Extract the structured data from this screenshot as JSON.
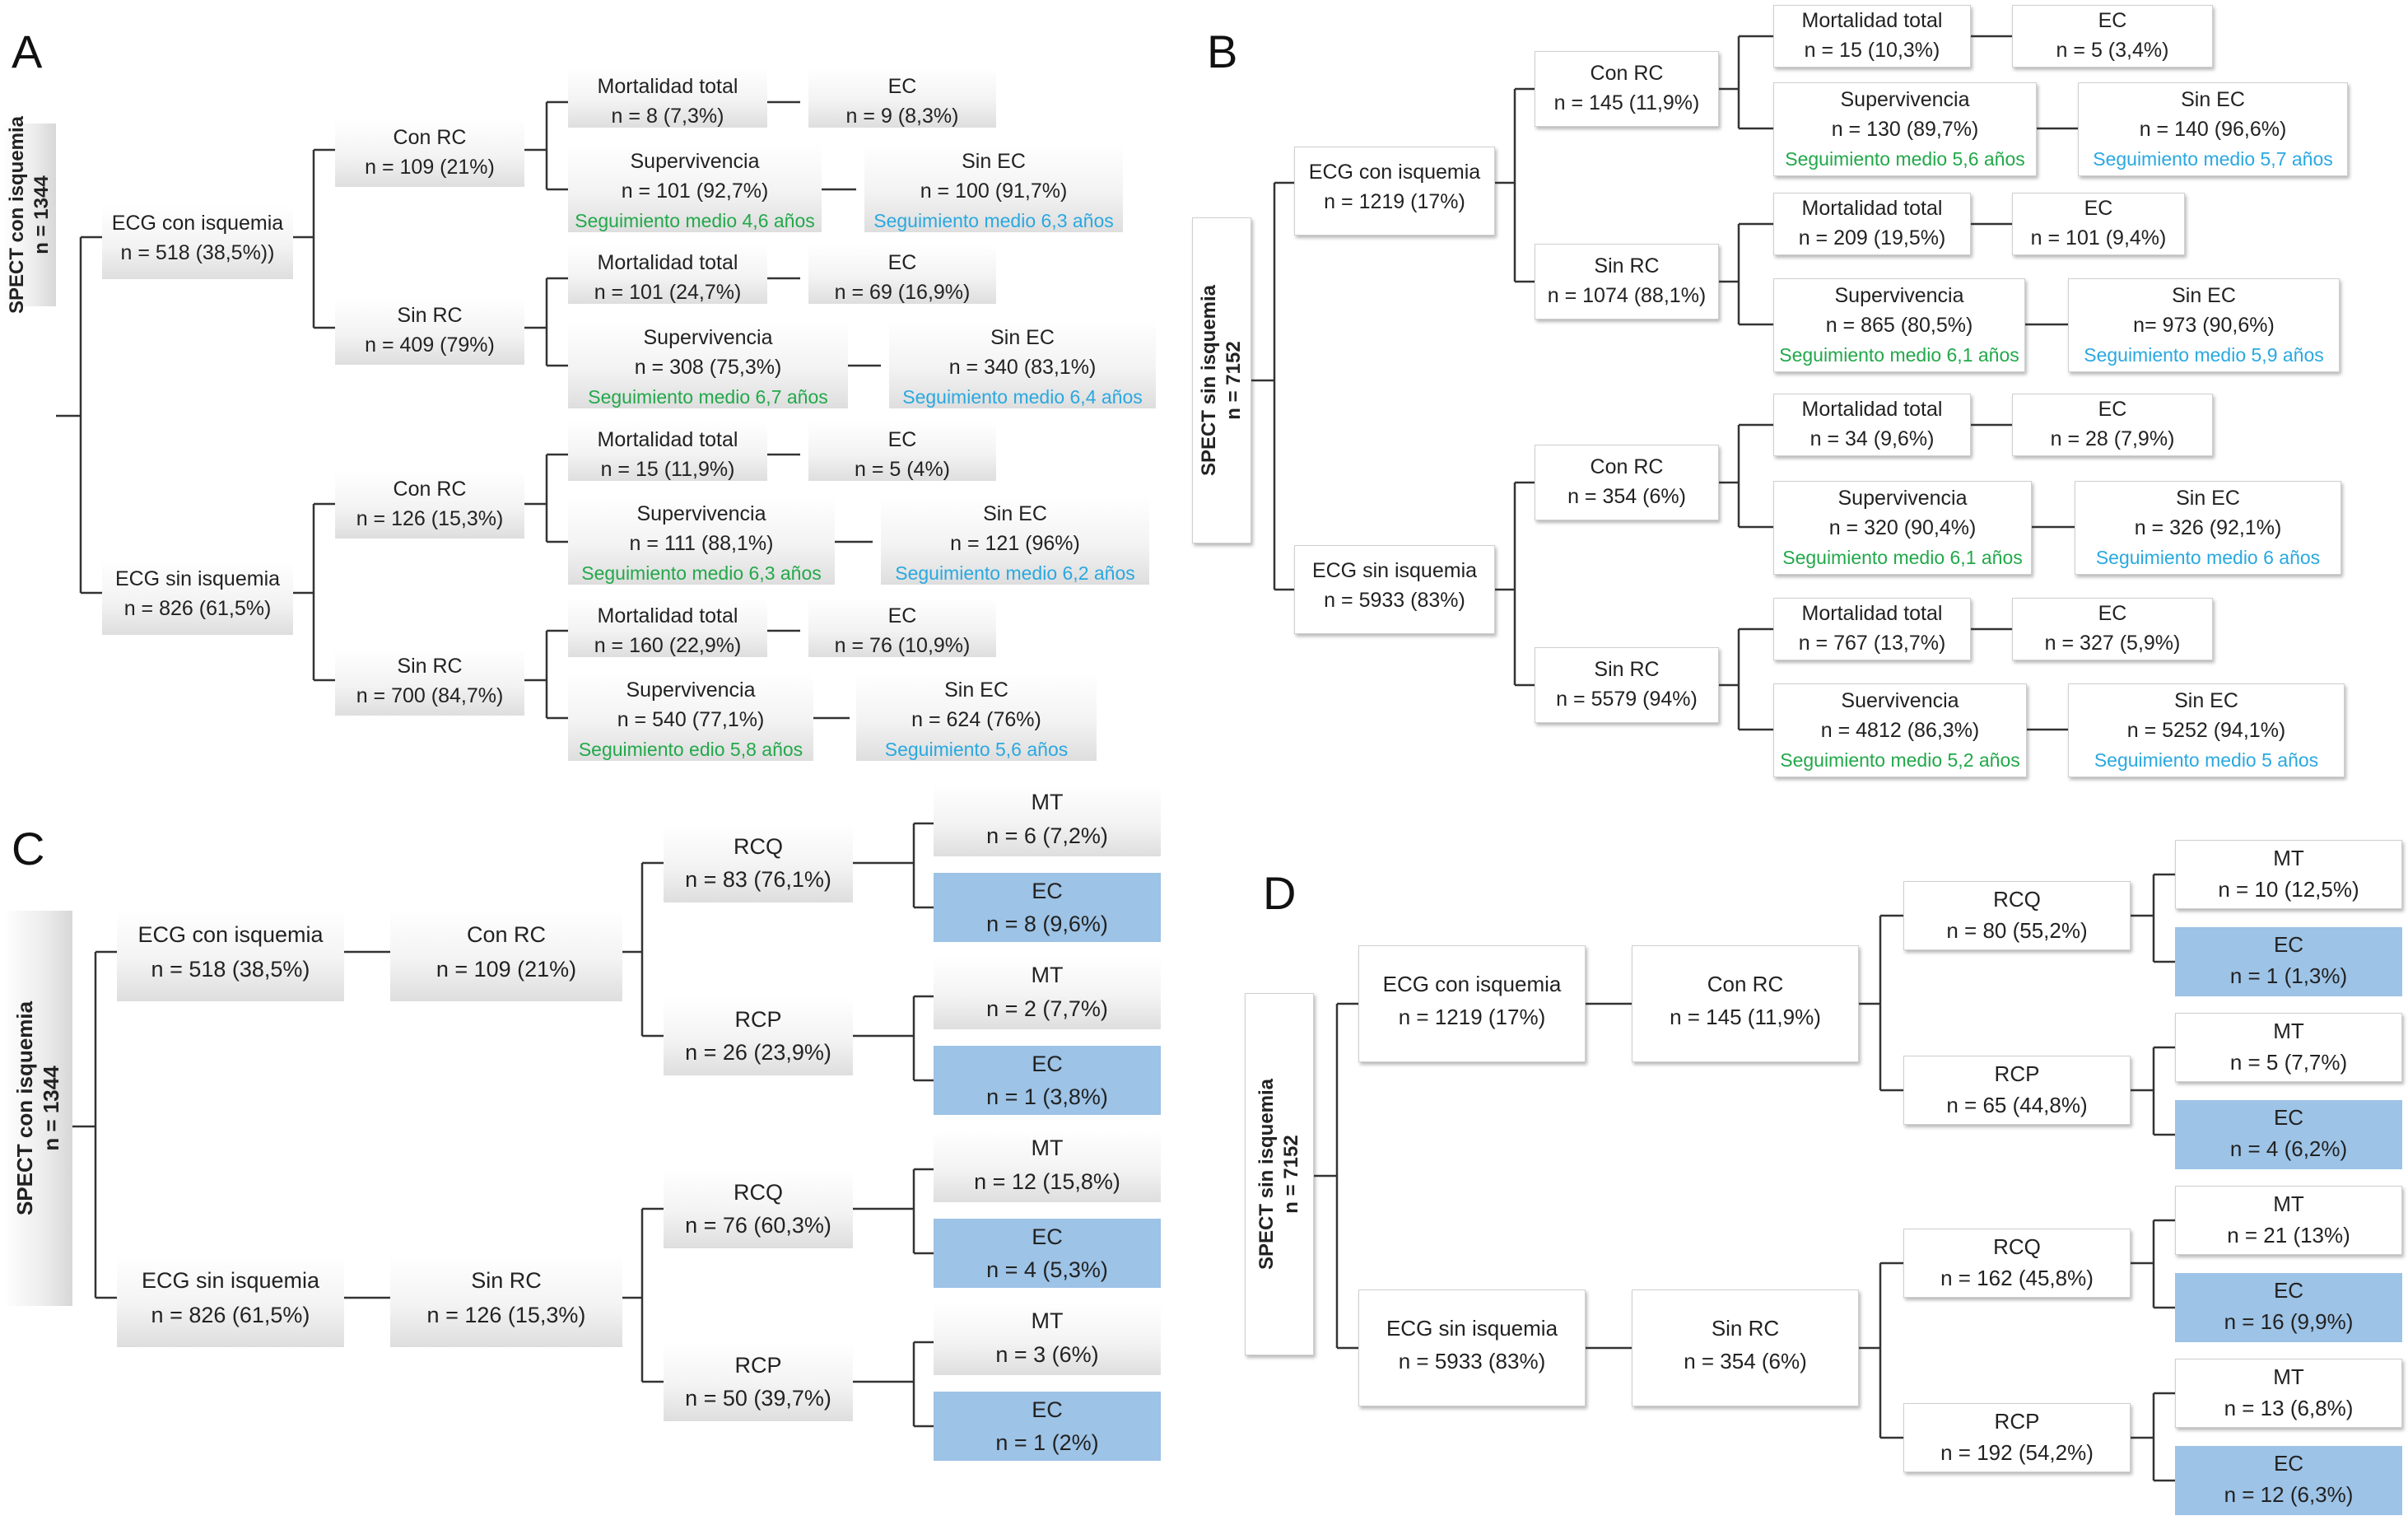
{
  "panels": {
    "A": {
      "label": "A",
      "root": {
        "title": "SPECT con isquemia",
        "n": "n = 1344"
      },
      "ecg_pos": {
        "title": "ECG con isquemia",
        "n": "n = 518 (38,5%))"
      },
      "ecg_neg": {
        "title": "ECG sin isquemia",
        "n": "n = 826 (61,5%)"
      },
      "groups": [
        {
          "title": "Con RC",
          "n": "n = 109 (21%)",
          "mort": {
            "title": "Mortalidad total",
            "n": "n = 8 (7,3%)"
          },
          "ec": {
            "title": "EC",
            "n": "n = 9 (8,3%)"
          },
          "surv": {
            "title": "Supervivencia",
            "n": "n = 101 (92,7%)",
            "fu": "Seguimiento medio 4,6 años"
          },
          "nec": {
            "title": "Sin EC",
            "n": "n = 100 (91,7%)",
            "fu": "Seguimiento medio 6,3 años"
          }
        },
        {
          "title": "Sin RC",
          "n": "n = 409 (79%)",
          "mort": {
            "title": "Mortalidad total",
            "n": "n = 101 (24,7%)"
          },
          "ec": {
            "title": "EC",
            "n": "n = 69 (16,9%)"
          },
          "surv": {
            "title": "Supervivencia",
            "n": "n = 308 (75,3%)",
            "fu": "Seguimiento medio 6,7 años"
          },
          "nec": {
            "title": "Sin EC",
            "n": "n = 340 (83,1%)",
            "fu": "Seguimiento medio 6,4 años"
          }
        },
        {
          "title": "Con RC",
          "n": "n = 126 (15,3%)",
          "mort": {
            "title": "Mortalidad total",
            "n": "n = 15 (11,9%)"
          },
          "ec": {
            "title": "EC",
            "n": "n = 5 (4%)"
          },
          "surv": {
            "title": "Supervivencia",
            "n": "n = 111 (88,1%)",
            "fu": "Seguimiento medio 6,3 años"
          },
          "nec": {
            "title": "Sin EC",
            "n": "n = 121 (96%)",
            "fu": "Seguimiento medio 6,2 años"
          }
        },
        {
          "title": "Sin RC",
          "n": "n = 700 (84,7%)",
          "mort": {
            "title": "Mortalidad total",
            "n": "n = 160 (22,9%)"
          },
          "ec": {
            "title": "EC",
            "n": "n = 76 (10,9%)"
          },
          "surv": {
            "title": "Supervivencia",
            "n": "n = 540 (77,1%)",
            "fu": "Seguimiento edio 5,8 años"
          },
          "nec": {
            "title": "Sin EC",
            "n": "n = 624 (76%)",
            "fu": "Seguimiento 5,6 años"
          }
        }
      ]
    },
    "B": {
      "label": "B",
      "root": {
        "title": "SPECT sin isquemia",
        "n": "n = 7152"
      },
      "ecg_pos": {
        "title": "ECG con isquemia",
        "n": "n = 1219 (17%)"
      },
      "ecg_neg": {
        "title": "ECG  sin isquemia",
        "n": "n = 5933 (83%)"
      },
      "groups": [
        {
          "title": "Con RC",
          "n": "n = 145 (11,9%)",
          "mort": {
            "title": "Mortalidad  total",
            "n": "n = 15 (10,3%)"
          },
          "ec": {
            "title": "EC",
            "n": "n = 5 (3,4%)"
          },
          "surv": {
            "title": "Supervivencia",
            "n": "n = 130 (89,7%)",
            "fu": "Seguimiento medio 5,6 años"
          },
          "nec": {
            "title": "Sin EC",
            "n": "n = 140 (96,6%)",
            "fu": "Seguimiento  medio 5,7 años"
          }
        },
        {
          "title": "Sin RC",
          "n": "n = 1074 (88,1%)",
          "mort": {
            "title": "Mortalidad  total",
            "n": "n = 209 (19,5%)"
          },
          "ec": {
            "title": "EC",
            "n": "n = 101 (9,4%)"
          },
          "surv": {
            "title": "Supervivencia",
            "n": "n = 865 (80,5%)",
            "fu": "Seguimiento  medio 6,1 años"
          },
          "nec": {
            "title": "Sin EC",
            "n": "n= 973 (90,6%)",
            "fu": "Seguimiento  medio 5,9 años"
          }
        },
        {
          "title": "Con RC",
          "n": "n = 354 (6%)",
          "mort": {
            "title": "Mortalidad  total",
            "n": "n = 34 (9,6%)"
          },
          "ec": {
            "title": "EC",
            "n": "n = 28 (7,9%)"
          },
          "surv": {
            "title": "Supervivencia",
            "n": "n = 320 (90,4%)",
            "fu": "Seguimiento  medio 6,1 años"
          },
          "nec": {
            "title": "Sin EC",
            "n": "n = 326 (92,1%)",
            "fu": "Seguimiento  medio 6 años"
          }
        },
        {
          "title": "Sin RC",
          "n": "n = 5579 (94%)",
          "mort": {
            "title": "Mortalidad  total",
            "n": "n = 767 (13,7%)"
          },
          "ec": {
            "title": "EC",
            "n": "n = 327 (5,9%)"
          },
          "surv": {
            "title": "Suervivencia",
            "n": "n = 4812 (86,3%)",
            "fu": "Seguimiento  medio 5,2 años"
          },
          "nec": {
            "title": "Sin EC",
            "n": "n = 5252 (94,1%)",
            "fu": "Seguimiento  medio 5 años"
          }
        }
      ]
    },
    "C": {
      "label": "C",
      "root": {
        "title": "SPECT con isquemia",
        "n": "n = 1344"
      },
      "ecg_pos": {
        "title": "ECG con isquemia",
        "n": "n = 518 (38,5%)"
      },
      "ecg_neg": {
        "title": "ECG sin isquemia",
        "n": "n = 826 (61,5%)"
      },
      "rc_pos": {
        "title": "Con RC",
        "n": "n = 109 (21%)"
      },
      "rc_neg": {
        "title": "Sin RC",
        "n": "n = 126 (15,3%)"
      },
      "vessels": [
        {
          "title": "RCQ",
          "n": "n = 83 (76,1%)",
          "mt": {
            "title": "MT",
            "n": "n = 6 (7,2%)"
          },
          "ec": {
            "title": "EC",
            "n": "n = 8 (9,6%)"
          }
        },
        {
          "title": "RCP",
          "n": "n = 26 (23,9%)",
          "mt": {
            "title": "MT",
            "n": "n = 2  (7,7%)"
          },
          "ec": {
            "title": "EC",
            "n": "n = 1 (3,8%)"
          }
        },
        {
          "title": "RCQ",
          "n": "n = 76 (60,3%)",
          "mt": {
            "title": "MT",
            "n": "n = 12 (15,8%)"
          },
          "ec": {
            "title": "EC",
            "n": "n = 4 (5,3%)"
          }
        },
        {
          "title": "RCP",
          "n": "n = 50 (39,7%)",
          "mt": {
            "title": "MT",
            "n": "n = 3 (6%)"
          },
          "ec": {
            "title": "EC",
            "n": "n = 1 (2%)"
          }
        }
      ]
    },
    "D": {
      "label": "D",
      "root": {
        "title": "SPECT sin isquemia",
        "n": "n = 7152"
      },
      "ecg_pos": {
        "title": "ECG con isquemia",
        "n": "n = 1219 (17%)"
      },
      "ecg_neg": {
        "title": "ECG sin isquemia",
        "n": "n = 5933 (83%)"
      },
      "rc_pos": {
        "title": "Con RC",
        "n": "n = 145 (11,9%)"
      },
      "rc_neg": {
        "title": "Sin RC",
        "n": "n = 354 (6%)"
      },
      "vessels": [
        {
          "title": "RCQ",
          "n": "n = 80 (55,2%)",
          "mt": {
            "title": "MT",
            "n": "n = 10 (12,5%)"
          },
          "ec": {
            "title": "EC",
            "n": "n = 1 (1,3%)"
          }
        },
        {
          "title": "RCP",
          "n": "n = 65 (44,8%)",
          "mt": {
            "title": "MT",
            "n": "n = 5 (7,7%)"
          },
          "ec": {
            "title": "EC",
            "n": "n = 4 (6,2%)"
          }
        },
        {
          "title": "RCQ",
          "n": "n = 162 (45,8%)",
          "mt": {
            "title": "MT",
            "n": "n = 21 (13%)"
          },
          "ec": {
            "title": "EC",
            "n": "n = 16 (9,9%)"
          }
        },
        {
          "title": "RCP",
          "n": "n = 192 (54,2%)",
          "mt": {
            "title": "MT",
            "n": "n = 13 (6,8%)"
          },
          "ec": {
            "title": "EC",
            "n": "n = 12 (6,3%)"
          }
        }
      ]
    }
  }
}
